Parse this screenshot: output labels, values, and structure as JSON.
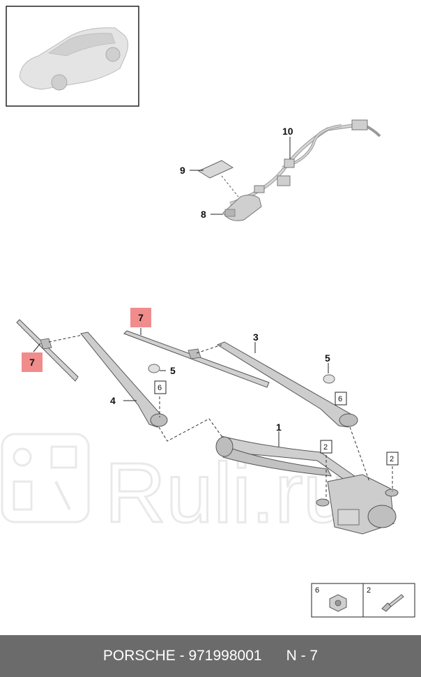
{
  "callouts": {
    "n1": "1",
    "n2a": "2",
    "n2b": "2",
    "n3": "3",
    "n4": "4",
    "n5a": "5",
    "n5b": "5",
    "n6a": "6",
    "n6b": "6",
    "n7a": "7",
    "n7b": "7",
    "n8": "8",
    "n9": "9",
    "n10": "10"
  },
  "legend": {
    "left_label": "6",
    "right_label": "2"
  },
  "watermark": "Ruli.ru",
  "footer": {
    "brand": "PORSCHE",
    "separator": " - ",
    "part_number": "971998001",
    "page": "N - 7"
  },
  "colors": {
    "highlight": "#f08c8c",
    "footer_bg": "#6b6b6b",
    "part_gray": "#b8b8b8"
  }
}
